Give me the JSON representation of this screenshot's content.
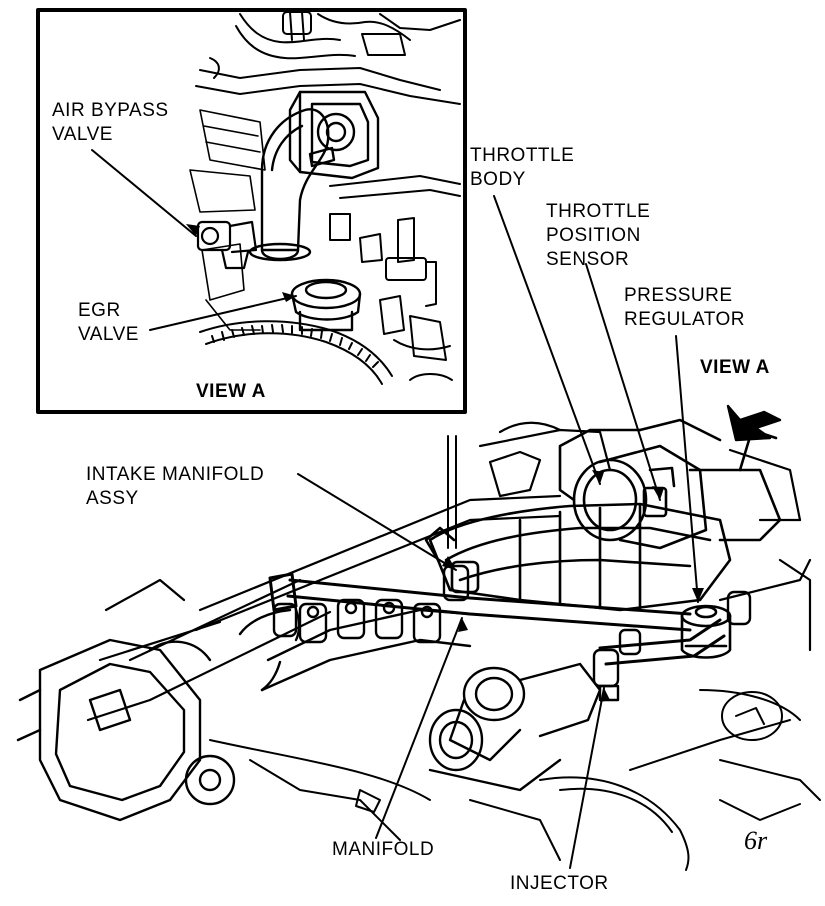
{
  "inset": {
    "air_bypass_valve": [
      "AIR BYPASS",
      "VALVE"
    ],
    "egr_valve": [
      "EGR",
      "VALVE"
    ],
    "view_label": "VIEW A"
  },
  "main": {
    "throttle_body": [
      "THROTTLE",
      "BODY"
    ],
    "throttle_position_sensor": [
      "THROTTLE",
      "POSITION",
      "SENSOR"
    ],
    "pressure_regulator": [
      "PRESSURE",
      "REGULATOR"
    ],
    "view_a_arrow_label": "VIEW A",
    "intake_manifold_assy": [
      "INTAKE MANIFOLD",
      "ASSY"
    ],
    "manifold": "MANIFOLD",
    "injector": "INJECTOR",
    "figure_mark": "6r"
  },
  "colors": {
    "ink": "#000000",
    "paper": "#ffffff",
    "shade": "#d9d9d9"
  }
}
